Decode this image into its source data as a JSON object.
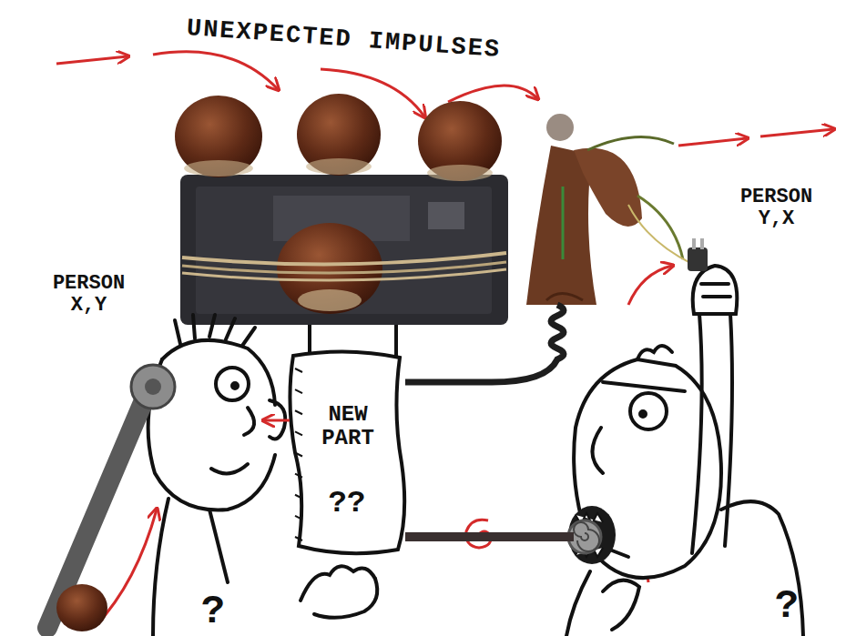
{
  "diagram": {
    "nodes": [
      {
        "text": [
          "PERSON X,Y",
          "?"
        ]
      },
      {
        "text": [
          "NEW PART",
          "??"
        ]
      },
      {
        "text": [
          "PERSON Y,X",
          "?"
        ]
      }
    ],
    "edges": [
      {
        "from": 1,
        "to": 0,
        "arrow": "to"
      },
      {
        "from": 1,
        "to": 2,
        "arrow": "none"
      }
    ],
    "labels": [
      "UNEXPECTED IMPULSES"
    ]
  }
}
